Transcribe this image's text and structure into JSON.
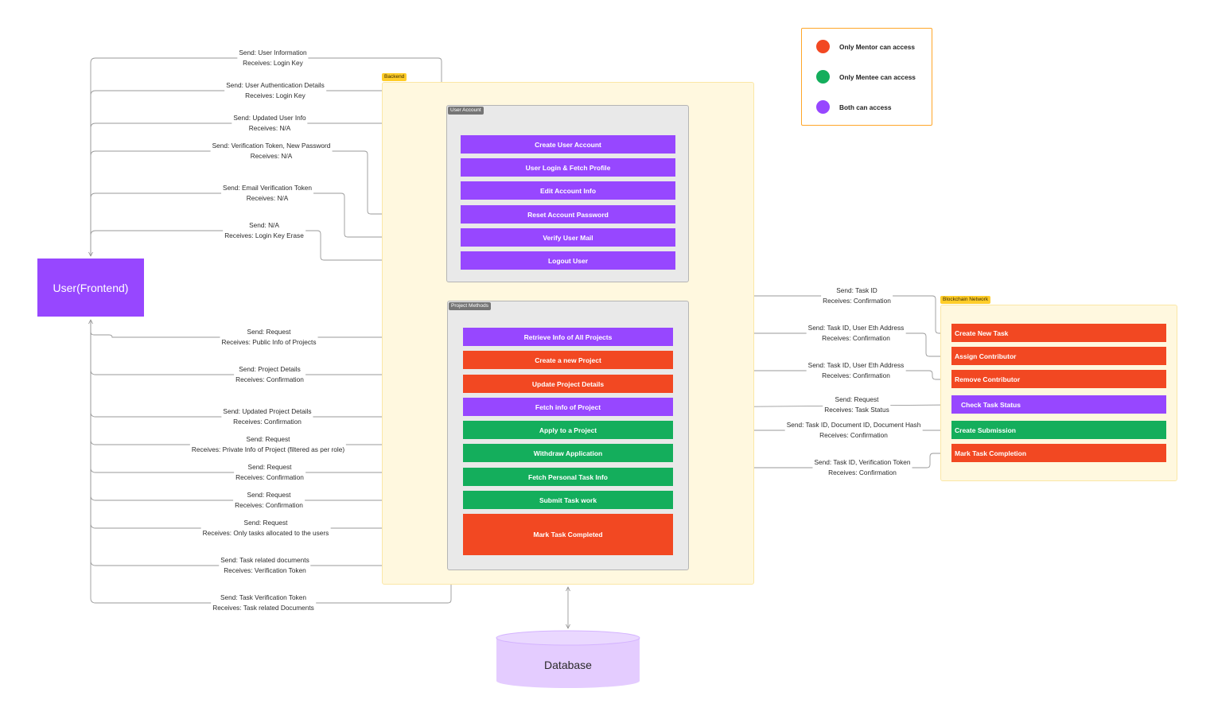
{
  "colors": {
    "mentor": "#f24822",
    "mentee": "#14ae5c",
    "both": "#9747ff",
    "frontend": "#9747ff",
    "database": "#e4ccff",
    "backend_bg": "#fff8df",
    "backend_border": "#fbe7a6",
    "group_bg": "#e9e9e9"
  },
  "legend": {
    "items": [
      {
        "label": "Only Mentor can access",
        "color": "#f24822"
      },
      {
        "label": "Only Mentee can access",
        "color": "#14ae5c"
      },
      {
        "label": "Both can access",
        "color": "#9747ff"
      }
    ]
  },
  "frontend": {
    "label": "User(Frontend)"
  },
  "database": {
    "label": "Database"
  },
  "backend": {
    "tag": "Backend",
    "user_account": {
      "tag": "User Account",
      "methods": [
        {
          "label": "Create User Account",
          "access": "both"
        },
        {
          "label": "User Login & Fetch Profile",
          "access": "both"
        },
        {
          "label": "Edit Account Info",
          "access": "both"
        },
        {
          "label": "Reset Account Password",
          "access": "both"
        },
        {
          "label": "Verify User Mail",
          "access": "both"
        },
        {
          "label": "Logout User",
          "access": "both"
        }
      ]
    },
    "project_methods": {
      "tag": "Project Methods",
      "methods": [
        {
          "label": "Retrieve Info of All Projects",
          "access": "both"
        },
        {
          "label": "Create a new Project",
          "access": "mentor"
        },
        {
          "label": "Update Project Details",
          "access": "mentor"
        },
        {
          "label": "Fetch info of Project",
          "access": "both"
        },
        {
          "label": "Apply to a Project",
          "access": "mentee"
        },
        {
          "label": "Withdraw Application",
          "access": "mentee"
        },
        {
          "label": "Fetch Personal Task Info",
          "access": "mentee"
        },
        {
          "label": "Submit Task work",
          "access": "mentee"
        },
        {
          "label": "Mark Task Completed",
          "access": "mentor"
        }
      ]
    }
  },
  "blockchain": {
    "tag": "Blockchain Network",
    "methods": [
      {
        "label": "Create New Task",
        "access": "mentor"
      },
      {
        "label": "Assign Contributor",
        "access": "mentor"
      },
      {
        "label": "Remove Contributor",
        "access": "mentor"
      },
      {
        "label": "Check Task Status",
        "access": "both"
      },
      {
        "label": "Create Submission",
        "access": "mentee"
      },
      {
        "label": "Mark Task Completion",
        "access": "mentor"
      }
    ]
  },
  "left_flows": [
    {
      "send": "Send: User Information",
      "receive": "Receives: Login Key"
    },
    {
      "send": "Send: User Authentication Details",
      "receive": "Receives: Login Key"
    },
    {
      "send": "Send: Updated User Info",
      "receive": "Receives: N/A"
    },
    {
      "send": "Send: Verification Token, New Password",
      "receive": "Receives: N/A"
    },
    {
      "send": "Send: Email Verification Token",
      "receive": "Receives: N/A"
    },
    {
      "send": "Send: N/A",
      "receive": "Receives: Login Key Erase"
    },
    {
      "send": "Send: Request",
      "receive": "Receives: Public Info of Projects"
    },
    {
      "send": "Send: Project Details",
      "receive": "Receives: Confirmation"
    },
    {
      "send": "Send: Updated Project Details",
      "receive": "Receives: Confirmation"
    },
    {
      "send": "Send: Request",
      "receive": "Receives: Private Info of Project (filtered as per role)"
    },
    {
      "send": "Send: Request",
      "receive": "Receives: Confirmation"
    },
    {
      "send": "Send: Request",
      "receive": "Receives: Confirmation"
    },
    {
      "send": "Send: Request",
      "receive": "Receives: Only tasks allocated to the users"
    },
    {
      "send": "Send: Task related documents",
      "receive": "Receives: Verification Token"
    },
    {
      "send": "Send: Task Verification Token",
      "receive": "Receives: Task related Documents"
    }
  ],
  "right_flows": [
    {
      "send": "Send: Task ID",
      "receive": "Receives: Confirmation"
    },
    {
      "send": "Send: Task ID, User Eth Address",
      "receive": "Receives: Confirmation"
    },
    {
      "send": "Send: Task ID, User Eth Address",
      "receive": "Receives: Confirmation"
    },
    {
      "send": "Send: Request",
      "receive": "Receives: Task Status"
    },
    {
      "send": "Send: Task ID, Document ID, Document Hash",
      "receive": "Receives: Confirmation"
    },
    {
      "send": "Send: Task ID, Verification Token",
      "receive": "Receives: Confirmation"
    }
  ]
}
